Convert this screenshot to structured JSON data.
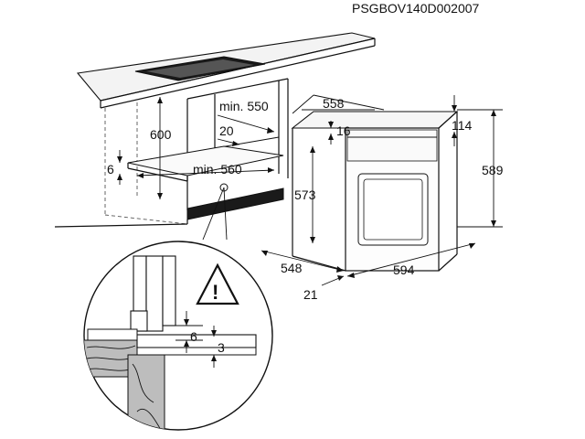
{
  "diagram": {
    "product_code": "PSGBOV140D002007",
    "cabinet": {
      "height": "600",
      "depth": "min. 550",
      "gap_top": "20",
      "width": "min. 560",
      "vent_height": "6"
    },
    "oven": {
      "width": "558",
      "top_gap": "16",
      "body_height": "573",
      "depth": "548",
      "front_thickness": "21",
      "front_width": "594",
      "height": "589",
      "offset_top": "114"
    },
    "detail": {
      "gap": "6",
      "thickness": "3",
      "warning_symbol": "!"
    },
    "colors": {
      "line": "#111111",
      "shade": "#d8d8d8",
      "dark": "#1a1a1a"
    }
  }
}
